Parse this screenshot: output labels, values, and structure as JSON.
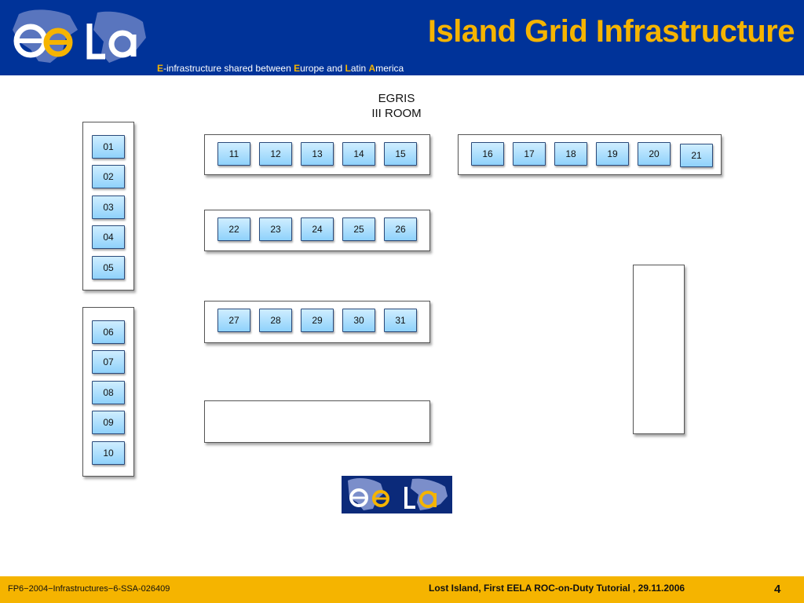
{
  "header": {
    "title": "Island Grid Infrastructure",
    "subtitle": {
      "p1_hl": "E",
      "p1": "-infrastructure shared between ",
      "p2_hl": "E",
      "p2": "urope and ",
      "p3_hl": "L",
      "p3": "atin ",
      "p4_hl": "A",
      "p4": "merica"
    }
  },
  "room": {
    "line1": "EGRIS",
    "line2": "III ROOM"
  },
  "racks": {
    "left_top": [
      "01",
      "02",
      "03",
      "04",
      "05"
    ],
    "left_bottom": [
      "06",
      "07",
      "08",
      "09",
      "10"
    ],
    "row1_a": [
      "11",
      "12",
      "13",
      "14",
      "15"
    ],
    "row1_b": [
      "16",
      "17",
      "18",
      "19",
      "20",
      "21"
    ],
    "row2": [
      "22",
      "23",
      "24",
      "25",
      "26"
    ],
    "row3": [
      "27",
      "28",
      "29",
      "30",
      "31"
    ]
  },
  "footer": {
    "left": "FP6−2004−Infrastructures−6-SSA-026409",
    "center": "Lost Island, First EELA ROC-on-Duty Tutorial , 29.11.2006",
    "page": "4"
  },
  "colors": {
    "header_bg": "#003399",
    "accent": "#f5b400",
    "node": "#a9dcfb"
  }
}
